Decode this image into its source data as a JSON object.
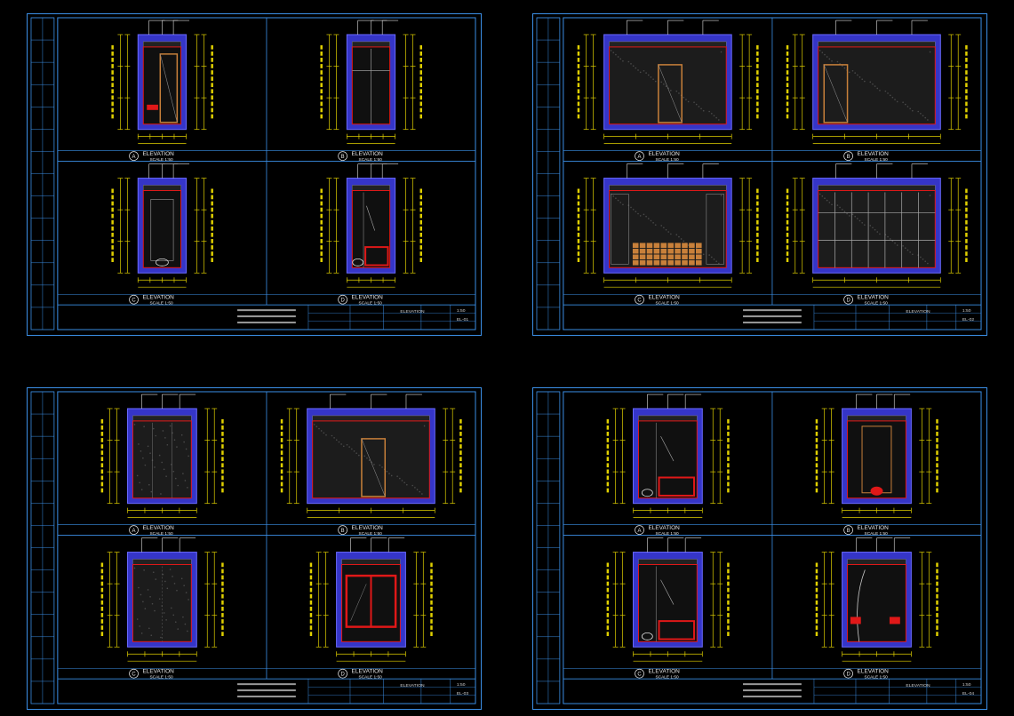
{
  "colors": {
    "background": "#000000",
    "frame": "#3b8fe6",
    "wall": "#3535c8",
    "wall_edge": "#6a6aff",
    "dimension": "#e0d000",
    "accent_red": "#e01818",
    "wood": "#c8803a",
    "text": "#e8e8e8"
  },
  "sheets": [
    {
      "title_block": {
        "drawing_title": "ELEVATION",
        "no": "EL-01",
        "rev": "1:50"
      },
      "panels": [
        {
          "marker": "A",
          "label": "ELEVATION",
          "scale": "SCALE 1:50",
          "variant": "door-narrow"
        },
        {
          "marker": "B",
          "label": "ELEVATION",
          "scale": "SCALE 1:50",
          "variant": "window"
        },
        {
          "marker": "C",
          "label": "ELEVATION",
          "scale": "SCALE 1:50",
          "variant": "plain-narrow"
        },
        {
          "marker": "D",
          "label": "ELEVATION",
          "scale": "SCALE 1:50",
          "variant": "vanity"
        }
      ]
    },
    {
      "title_block": {
        "drawing_title": "ELEVATION",
        "no": "EL-02",
        "rev": "1:50"
      },
      "panels": [
        {
          "marker": "A",
          "label": "ELEVATION",
          "scale": "SCALE 1:50",
          "variant": "wide-door"
        },
        {
          "marker": "B",
          "label": "ELEVATION",
          "scale": "SCALE 1:50",
          "variant": "wide-door-left"
        },
        {
          "marker": "C",
          "label": "ELEVATION",
          "scale": "SCALE 1:50",
          "variant": "tile-grid"
        },
        {
          "marker": "D",
          "label": "ELEVATION",
          "scale": "SCALE 1:50",
          "variant": "panel-grid"
        }
      ]
    },
    {
      "title_block": {
        "drawing_title": "ELEVATION",
        "no": "EL-03",
        "rev": "1:50"
      },
      "panels": [
        {
          "marker": "A",
          "label": "ELEVATION",
          "scale": "SCALE 1:50",
          "variant": "stone"
        },
        {
          "marker": "B",
          "label": "ELEVATION",
          "scale": "SCALE 1:50",
          "variant": "wide-door"
        },
        {
          "marker": "C",
          "label": "ELEVATION",
          "scale": "SCALE 1:50",
          "variant": "plain"
        },
        {
          "marker": "D",
          "label": "ELEVATION",
          "scale": "SCALE 1:50",
          "variant": "red-window"
        }
      ]
    },
    {
      "title_block": {
        "drawing_title": "ELEVATION",
        "no": "EL-04",
        "rev": "1:50"
      },
      "panels": [
        {
          "marker": "A",
          "label": "ELEVATION",
          "scale": "SCALE 1:50",
          "variant": "vanity-wide"
        },
        {
          "marker": "B",
          "label": "ELEVATION",
          "scale": "SCALE 1:50",
          "variant": "toilet"
        },
        {
          "marker": "C",
          "label": "ELEVATION",
          "scale": "SCALE 1:50",
          "variant": "vanity-wide"
        },
        {
          "marker": "D",
          "label": "ELEVATION",
          "scale": "SCALE 1:50",
          "variant": "shower"
        }
      ]
    }
  ]
}
